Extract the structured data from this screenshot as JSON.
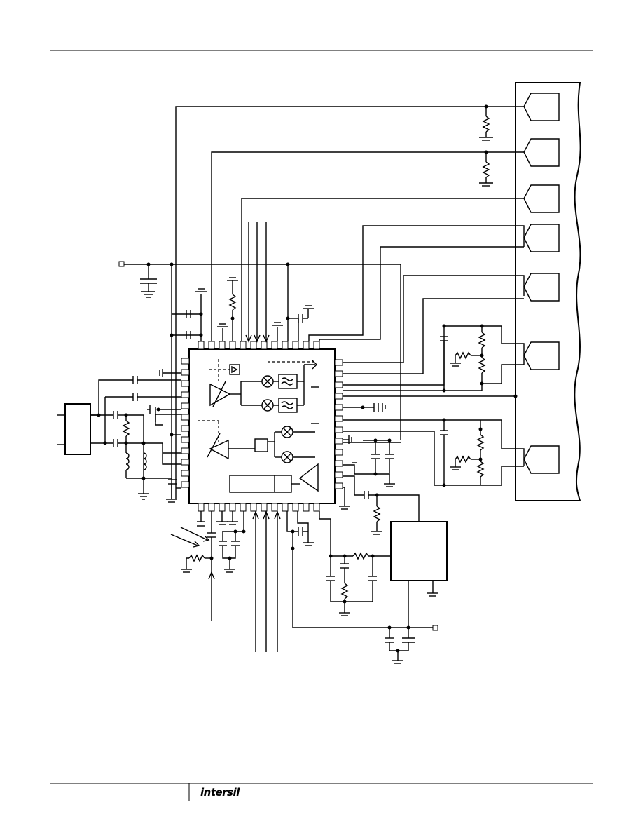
{
  "footer": {
    "logo_text": "intersil"
  },
  "icons": [
    "schematic-diagram",
    "intersil-logo"
  ]
}
